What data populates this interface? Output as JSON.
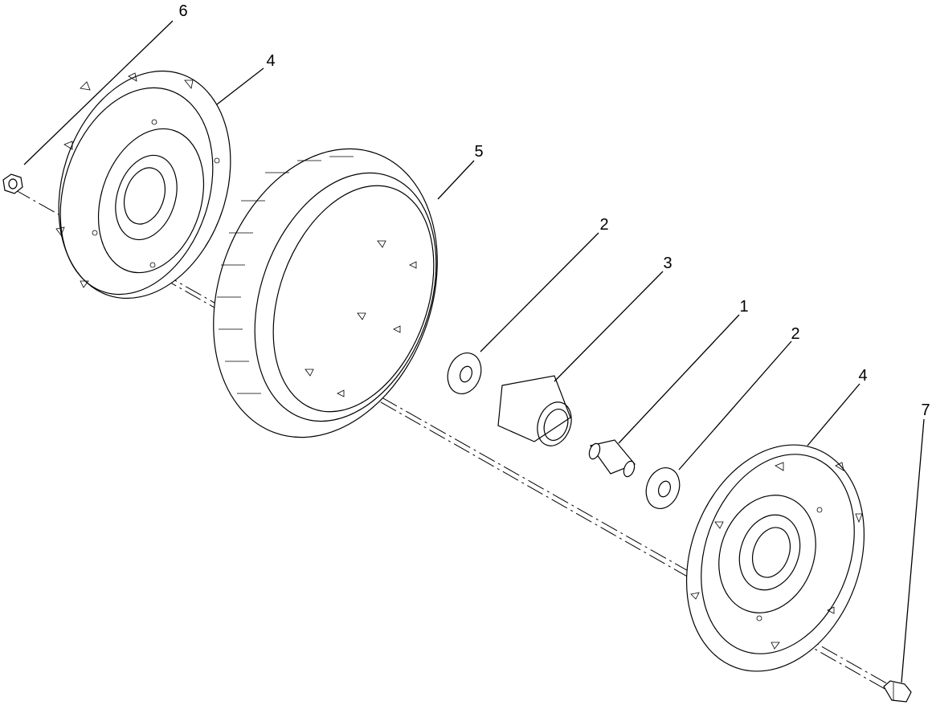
{
  "callouts": [
    {
      "id": "callout-6",
      "text": "6"
    },
    {
      "id": "callout-4-left",
      "text": "4"
    },
    {
      "id": "callout-5",
      "text": "5"
    },
    {
      "id": "callout-2-upper",
      "text": "2"
    },
    {
      "id": "callout-3",
      "text": "3"
    },
    {
      "id": "callout-1",
      "text": "1"
    },
    {
      "id": "callout-2-lower",
      "text": "2"
    },
    {
      "id": "callout-4-right",
      "text": "4"
    },
    {
      "id": "callout-7",
      "text": "7"
    }
  ]
}
